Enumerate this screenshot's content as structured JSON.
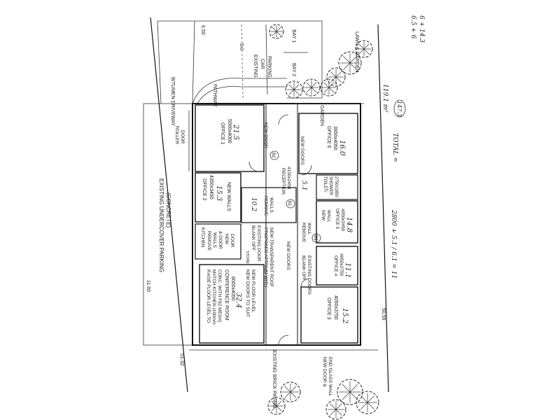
{
  "dimensions": {
    "d_650": "6.50",
    "d_50": "5.0",
    "d_1160": "11.60",
    "d_5132": "51.32",
    "d_5059": "50.59"
  },
  "site": {
    "bitumen_driveway": "BITUMEN DRIVEWAY",
    "existing_car_parking": [
      "EXISTING",
      "CAR",
      "PARKING"
    ],
    "bay1": "BAY 1",
    "bay2": "BAY 2",
    "lawn_garden": "LAWN & GARDEN",
    "pathway": "PATHWAY",
    "garden": "GARDEN",
    "undercover_parking": [
      "EXISTING UNDERCOVER PARKING",
      "(CONCRETE)"
    ],
    "roller_door": [
      "ROLLER",
      "DOOR"
    ],
    "brick_paving": "EXISTING BRICK PAVING",
    "new_door_glass_wall": [
      "NEW DOOR &",
      "END GLASS WALL"
    ]
  },
  "rooms": {
    "office1": {
      "name": "OFFICE 1",
      "size": "5000x4000"
    },
    "office2": {
      "name": "OFFICE 2",
      "size": "4350x3450",
      "note": "NEW WALLS"
    },
    "office3": {
      "name": "OFFICE 3",
      "size": "4050x3750"
    },
    "office4": {
      "name": "OFFICE 4",
      "size": "4050x2750"
    },
    "office5": {
      "name": "OFFICE 5",
      "size": "4050x3450"
    },
    "office6": {
      "name": "OFFICE 6",
      "size": "3950x4050"
    },
    "toilet": {
      "name": "TOILET/",
      "name2": "SHOWER",
      "size": "2750x1850"
    },
    "reception": {
      "name": "RECEPTION",
      "size": "4150x2450"
    },
    "kitchen": [
      "KITCHEN",
      "REMOVE",
      "WALLS",
      "& DOOR"
    ],
    "store": "STORE",
    "conference": {
      "note": [
        "RAISE FLOOR LEVEL TO",
        "MATCH KITCHEN (100mm",
        "CONC. WITH F62 MESH)"
      ],
      "name": "CONFERENCE ROOM",
      "size": "8000x4050",
      "doors": [
        "NEW DOORS TO SUIT",
        "NEW FLOOR LEVEL"
      ]
    }
  },
  "notes": {
    "new_door_1": "NEW DOOR",
    "new_doors_6": "NEW DOORS",
    "new_door_kitchen": [
      "NEW",
      "DOOR"
    ],
    "remove_walls": [
      "REMOVE",
      "WALLS"
    ],
    "remove_wall": [
      "REMOVE",
      "WALL"
    ],
    "new_wall": [
      "NEW",
      "WALL"
    ],
    "blank_off_existing_door": [
      "BLANK OFF",
      "EXISTING DOOR"
    ],
    "blank_off_existing_doors": [
      "BLANK OFF",
      "EXISTING DOORS"
    ],
    "atrium": [
      "PROPOSED ATTRIUM WITH",
      "NEW TRANSPARENT ROOF"
    ],
    "new_doors_atrium": "NEW DOORS",
    "markers": [
      "B1",
      "B2",
      "B3"
    ]
  },
  "handwritten": {
    "office1_area": "21.5",
    "office2_area": "15.3",
    "office3_area": "15.2",
    "office4_area": "11.1",
    "office5_area": "14.8",
    "office6_area": "16.0",
    "toilet_area": "5.1",
    "reception_area": "10.2",
    "conference_area": "32.4",
    "total_label": "TOTAL =",
    "total_value": "119.1 m²",
    "total_circled": "147.3",
    "calc": "2800 + 5.1 / 6.1 = 11",
    "top_right_1": "6.5 + 6",
    "top_right_2": "6 + 14.3"
  }
}
